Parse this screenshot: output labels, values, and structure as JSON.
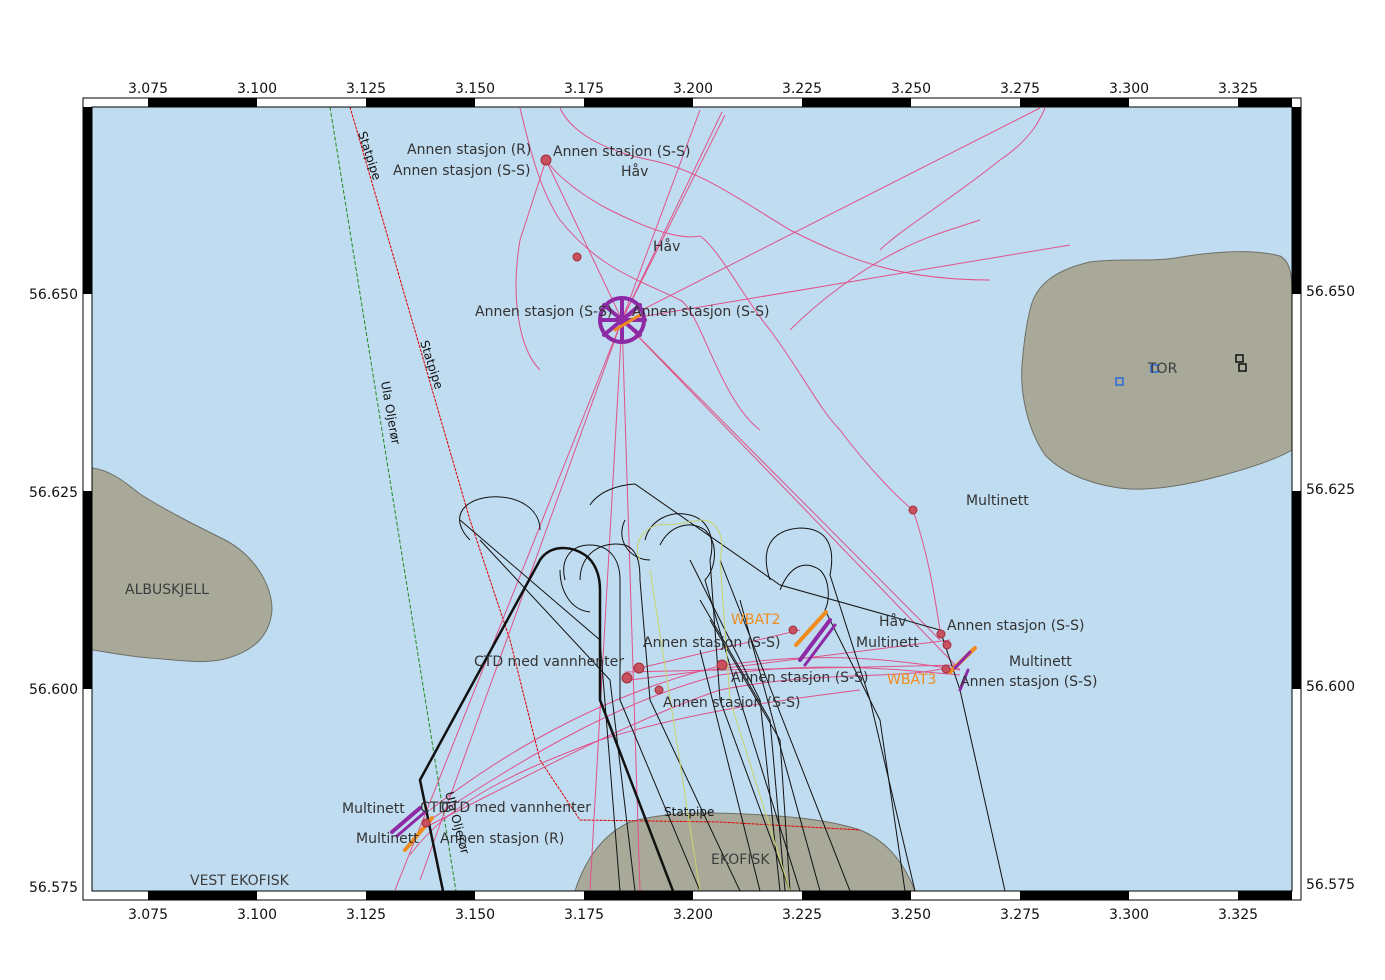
{
  "x_ticks": [
    "3.075",
    "3.100",
    "3.125",
    "3.150",
    "3.175",
    "3.200",
    "3.225",
    "3.250",
    "3.275",
    "3.300",
    "3.325"
  ],
  "y_ticks": [
    "56.650",
    "56.625",
    "56.600",
    "56.575"
  ],
  "fields": {
    "albuskjell": "ALBUSKJELL",
    "tor": "TOR",
    "ekofisk": "EKOFISK",
    "vest_ekofisk": "VEST EKOFISK"
  },
  "pipelines": {
    "statpipe": "Statpipe",
    "ula": "Ula Oljerør"
  },
  "labels": {
    "annen_r": "Annen stasjon (R)",
    "annen_ss": "Annen stasjon (S-S)",
    "hav": "Håv",
    "multinett": "Multinett",
    "ctd": "CTD med vannhenter",
    "ctd_short": "CTD",
    "wbat2": "WBAT2",
    "wbat3": "WBAT3"
  },
  "colors": {
    "sea": "#c0dcf0",
    "land": "#a9a99a",
    "track": "#e0528a",
    "statpipe": "#e00000",
    "ula": "#1e8c1e",
    "wbat": "#f08c1e",
    "gear": "#8e2aa6"
  }
}
